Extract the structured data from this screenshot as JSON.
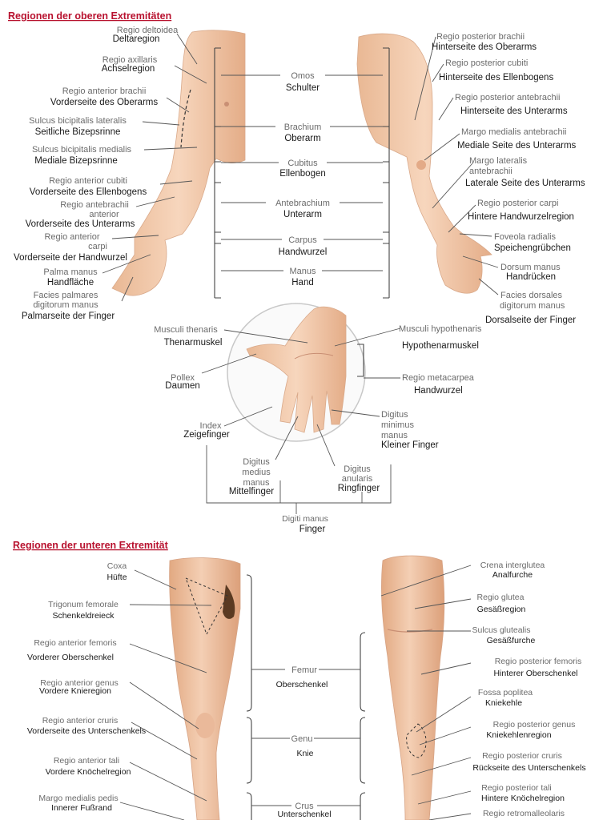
{
  "title_upper": "Regionen der oberen Extremitäten",
  "title_lower": "Regionen der unteren Extremität",
  "upper_left": [
    {
      "lat": "Regio deltoidea",
      "ger": "Deltaregion"
    },
    {
      "lat": "Regio axillaris",
      "ger": "Achselregion"
    },
    {
      "lat": "Regio anterior brachii",
      "ger": "Vorderseite des Oberarms"
    },
    {
      "lat": "Sulcus bicipitalis lateralis",
      "ger": "Seitliche Bizepsrinne"
    },
    {
      "lat": "Sulcus bicipitalis medialis",
      "ger": "Mediale Bizepsrinne"
    },
    {
      "lat": "Regio anterior cubiti",
      "ger": "Vorderseite des Ellenbogens"
    },
    {
      "lat1": "Regio antebrachii",
      "lat2": "anterior",
      "ger": "Vorderseite des Unterarms"
    },
    {
      "lat1": "Regio anterior",
      "lat2": "carpi",
      "ger": "Vorderseite der Handwurzel"
    },
    {
      "lat": "Palma manus",
      "ger": "Handfläche"
    },
    {
      "lat1": "Facies palmares",
      "lat2": "digitorum manus",
      "ger": "Palmarseite der Finger"
    }
  ],
  "upper_center": [
    {
      "lat": "Omos",
      "ger": "Schulter"
    },
    {
      "lat": "Brachium",
      "ger": "Oberarm"
    },
    {
      "lat": "Cubitus",
      "ger": "Ellenbogen"
    },
    {
      "lat": "Antebrachium",
      "ger": "Unterarm"
    },
    {
      "lat": "Carpus",
      "ger": "Handwurzel"
    },
    {
      "lat": "Manus",
      "ger": "Hand"
    }
  ],
  "upper_right": [
    {
      "lat": "Regio posterior brachii",
      "ger": "Hinterseite des Oberarms"
    },
    {
      "lat": "Regio posterior cubiti",
      "ger": "Hinterseite des Ellenbogens"
    },
    {
      "lat": "Regio posterior antebrachii",
      "ger": "Hinterseite des Unterarms"
    },
    {
      "lat": "Margo medialis antebrachii",
      "ger": "Mediale Seite des Unterarms"
    },
    {
      "lat1": "Margo lateralis",
      "lat2": "antebrachii",
      "ger": "Laterale Seite des Unterarms"
    },
    {
      "lat": "Regio posterior carpi",
      "ger": "Hintere Handwurzelregion"
    },
    {
      "lat": "Foveola radialis",
      "ger": "Speichengrübchen"
    },
    {
      "lat": "Dorsum manus",
      "ger": "Handrücken"
    },
    {
      "lat1": "Facies dorsales",
      "lat2": "digitorum manus",
      "ger": "Dorsalseite der Finger"
    }
  ],
  "hand": {
    "thenar": {
      "lat": "Musculi thenaris",
      "ger": "Thenarmuskel"
    },
    "hypothenar": {
      "lat": "Musculi hypothenaris",
      "ger": "Hypothenarmuskel"
    },
    "metacarpea": {
      "lat": "Regio metacarpea",
      "ger": "Handwurzel"
    },
    "pollex": {
      "lat": "Pollex",
      "ger": "Daumen"
    },
    "index": {
      "lat": "Index",
      "ger": "Zeigefinger"
    },
    "minimus": {
      "lat1": "Digitus",
      "lat2": "minimus",
      "lat3": "manus",
      "ger": "Kleiner Finger"
    },
    "medius": {
      "lat1": "Digitus",
      "lat2": "medius",
      "lat3": "manus",
      "ger": "Mittelfinger"
    },
    "anularis": {
      "lat1": "Digitus",
      "lat2": "anularis",
      "ger": "Ringfinger"
    },
    "digiti": {
      "lat": "Digiti manus",
      "ger": "Finger"
    }
  },
  "lower_left": [
    {
      "lat": "Coxa",
      "ger": "Hüfte"
    },
    {
      "lat": "Trigonum femorale",
      "ger": "Schenkeldreieck"
    },
    {
      "lat": "Regio anterior femoris",
      "ger": "Vorderer Oberschenkel"
    },
    {
      "lat": "Regio anterior genus",
      "ger": "Vordere Knieregion"
    },
    {
      "lat": "Regio anterior cruris",
      "ger": "Vorderseite des Unterschenkels"
    },
    {
      "lat": "Regio anterior tali",
      "ger": "Vordere Knöchelregion"
    },
    {
      "lat": "Margo medialis pedis",
      "ger": "Innerer Fußrand"
    }
  ],
  "lower_center": [
    {
      "lat": "Femur",
      "ger": "Oberschenkel"
    },
    {
      "lat": "Genu",
      "ger": "Knie"
    },
    {
      "lat": "Crus",
      "ger": "Unterschenkel"
    }
  ],
  "lower_right": [
    {
      "lat": "Crena interglutea",
      "ger": "Analfurche"
    },
    {
      "lat": "Regio glutea",
      "ger": "Gesäßregion"
    },
    {
      "lat": "Sulcus glutealis",
      "ger": "Gesäßfurche"
    },
    {
      "lat": "Regio posterior femoris",
      "ger": "Hinterer Oberschenkel"
    },
    {
      "lat": "Fossa poplitea",
      "ger": "Kniekehle"
    },
    {
      "lat": "Regio posterior genus",
      "ger": "Kniekehlenregion"
    },
    {
      "lat": "Regio posterior cruris",
      "ger": "Rückseite des Unterschenkels"
    },
    {
      "lat": "Regio posterior tali",
      "ger": "Hintere Knöchelregion"
    },
    {
      "lat": "Regio retromalleolaris"
    }
  ]
}
